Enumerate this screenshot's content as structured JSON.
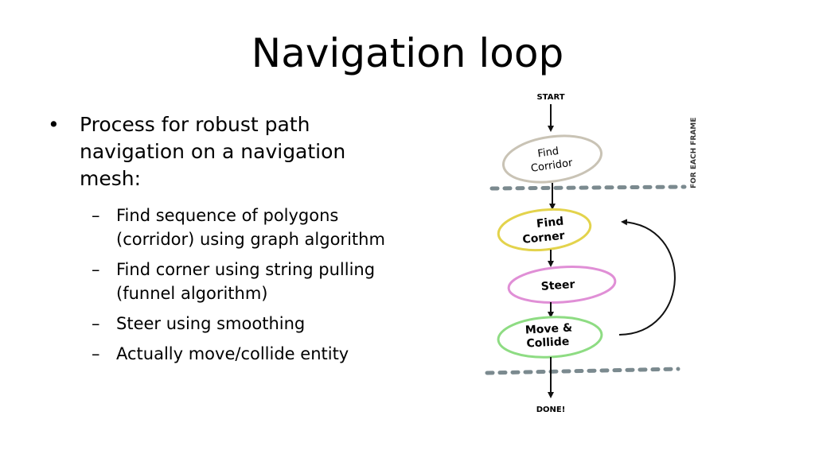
{
  "slide": {
    "title": "Navigation loop",
    "bullet": {
      "marker": "•",
      "text": "Process for robust path navigation on a navigation mesh:",
      "subs": [
        {
          "marker": "–",
          "text": "Find sequence of polygons (corridor) using graph algorithm"
        },
        {
          "marker": "–",
          "text": "Find corner using string pulling (funnel algorithm)"
        },
        {
          "marker": "–",
          "text": "Steer using smoothing"
        },
        {
          "marker": "–",
          "text": "Actually move/collide entity"
        }
      ]
    }
  },
  "diagram": {
    "start_label": "START",
    "done_label": "DONE!",
    "side_label": "FOR EACH FRAME",
    "nodes": {
      "find_corridor": {
        "line1": "Find",
        "line2": "Corridor",
        "color": "#c9c3b5"
      },
      "find_corner": {
        "line1": "Find",
        "line2": "Corner",
        "color": "#e3d34c"
      },
      "steer": {
        "line1": "Steer",
        "color": "#e08fd6"
      },
      "move_collide": {
        "line1": "Move &",
        "line2": "Collide",
        "color": "#8edc83"
      }
    },
    "divider_color": "#7b8a8f"
  }
}
